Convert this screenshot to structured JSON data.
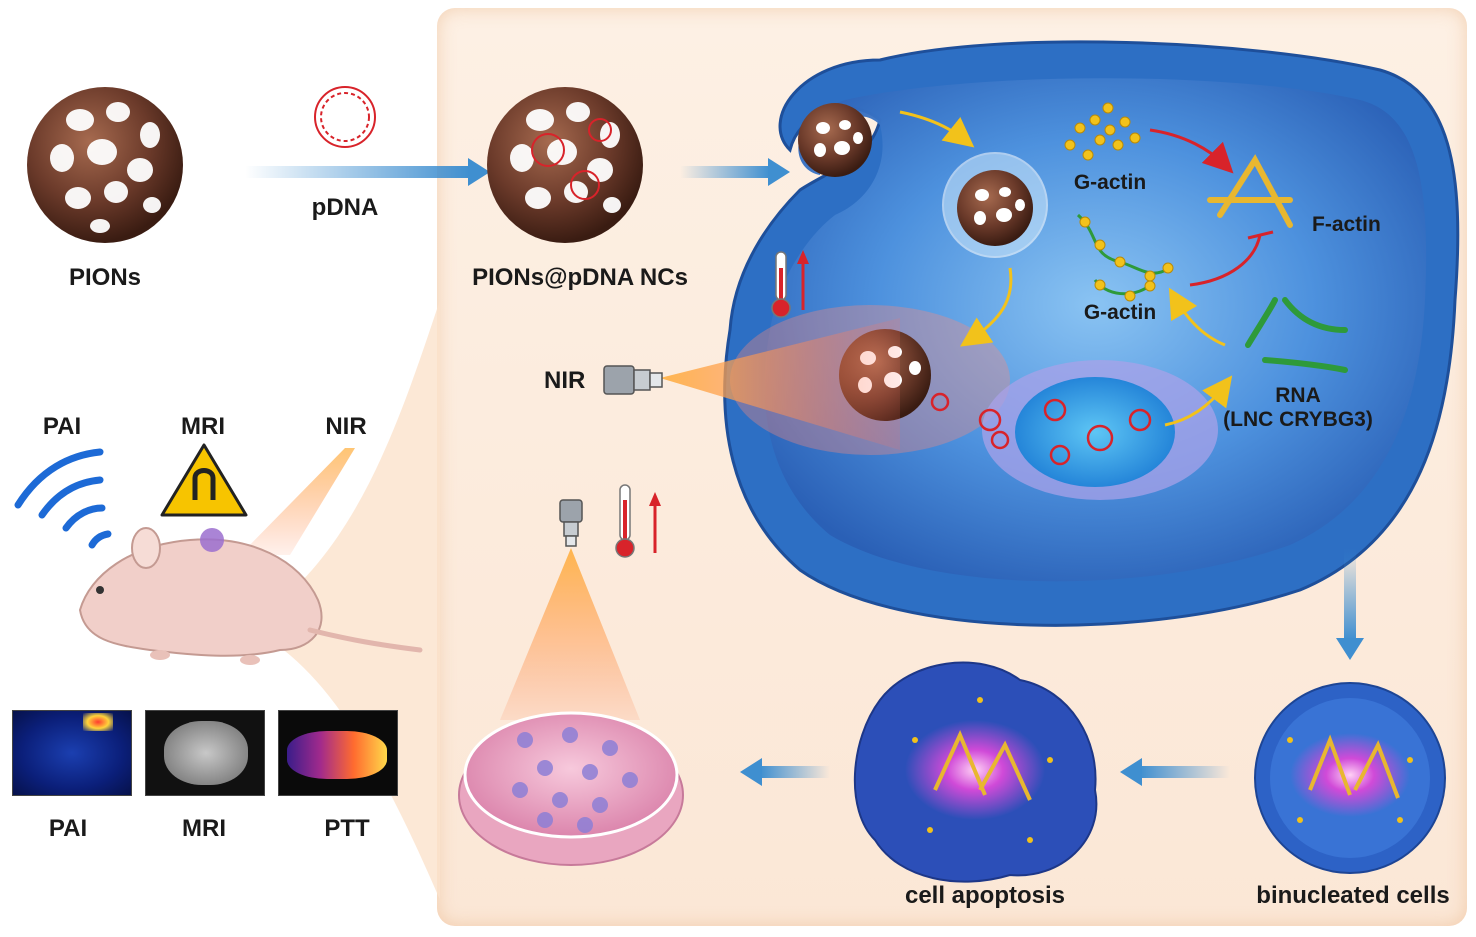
{
  "labels": {
    "pions": "PIONs",
    "pdna": "pDNA",
    "pions_pdna": "PIONs@pDNA NCs",
    "g_actin_top": "G-actin",
    "f_actin": "F-actin",
    "g_actin_mid": "G-actin",
    "nir_laser": "NIR",
    "rna_line1": "RNA",
    "rna_line2": "(LNC CRYBG3)",
    "pai_top": "PAI",
    "mri_top": "MRI",
    "nir_top": "NIR",
    "pai_bottom": "PAI",
    "mri_bottom": "MRI",
    "ptt_bottom": "PTT",
    "cell_apoptosis": "cell apoptosis",
    "binucleated_cells": "binucleated cells"
  },
  "colors": {
    "nanoparticle": "#6b3a2a",
    "flow_arrow": "#3f8fd0",
    "cell_blue": "#2d6fc4",
    "yellow_arrow": "#f2c21b",
    "red_arrow": "#d8232a",
    "actin": "#e8b730",
    "rna_green": "#2e9a3a",
    "panel_bg": "#fbe9d9",
    "laser": "#ff9a3c"
  },
  "icons": [
    "nanoparticle-icon",
    "plasmid-icon",
    "thermometer-icon",
    "laser-icon",
    "warning-magnet-icon",
    "signal-waves-icon",
    "mouse-icon",
    "petri-dish-icon"
  ]
}
